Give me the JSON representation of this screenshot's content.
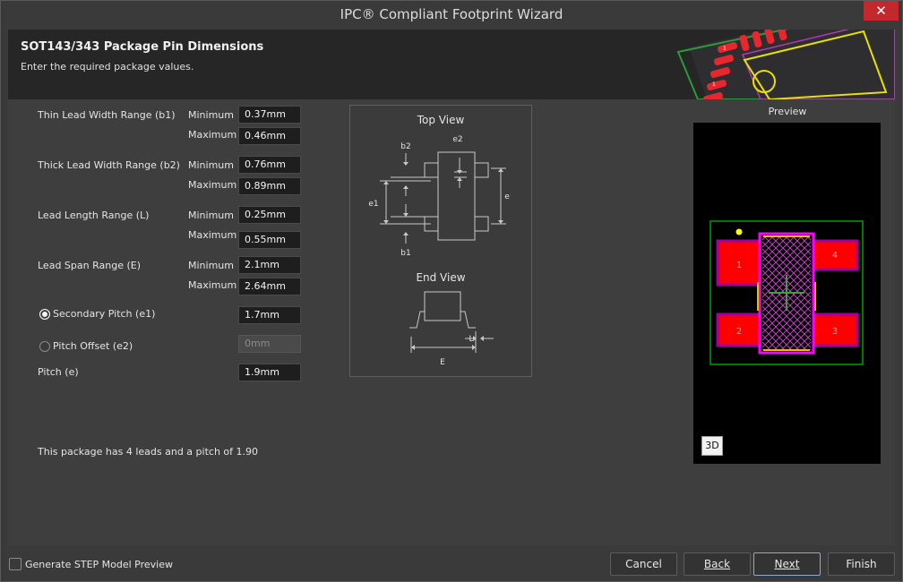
{
  "window": {
    "title": "IPC® Compliant Footprint Wizard",
    "close": "✕"
  },
  "header": {
    "title": "SOT143/343 Package Pin Dimensions",
    "subtitle": "Enter the required package values."
  },
  "form": {
    "thin_lead": {
      "label": "Thin Lead Width Range (b1)",
      "min_label": "Minimum",
      "min": "0.37mm",
      "max_label": "Maximum",
      "max": "0.46mm"
    },
    "thick_lead": {
      "label": "Thick Lead Width Range (b2)",
      "min_label": "Minimum",
      "min": "0.76mm",
      "max_label": "Maximum",
      "max": "0.89mm"
    },
    "lead_length": {
      "label": "Lead Length Range (L)",
      "min_label": "Minimum",
      "min": "0.25mm",
      "max_label": "Maximum",
      "max": "0.55mm"
    },
    "lead_span": {
      "label": "Lead Span Range (E)",
      "min_label": "Minimum",
      "min": "2.1mm",
      "max_label": "Maximum",
      "max": "2.64mm"
    },
    "secondary_pitch": {
      "label": "Secondary Pitch (e1)",
      "value": "1.7mm",
      "selected": true
    },
    "pitch_offset": {
      "label": "Pitch Offset (e2)",
      "value": "0mm",
      "selected": false
    },
    "pitch": {
      "label": "Pitch (e)",
      "value": "1.9mm"
    },
    "summary": "This package has 4 leads and a pitch of 1.90"
  },
  "diagram": {
    "top_view": "Top View",
    "end_view": "End View",
    "labels": {
      "b2": "b2",
      "e2": "e2",
      "e1": "e1",
      "e": "e",
      "b1": "b1",
      "L": "L",
      "E": "E"
    }
  },
  "preview": {
    "label": "Preview",
    "btn_3d": "3D",
    "pads": [
      "1",
      "2",
      "3",
      "4"
    ]
  },
  "header_art": {
    "pad_labels": [
      "1",
      "1"
    ]
  },
  "footer": {
    "step_label": "Generate STEP Model Preview",
    "cancel": "Cancel",
    "back": "Back",
    "next": "Next",
    "finish": "Finish"
  },
  "colors": {
    "pad": "#ff0000",
    "body_outline": "#ff00ff",
    "courtyard": "#00a000",
    "pin1_dot": "#ffff00"
  }
}
